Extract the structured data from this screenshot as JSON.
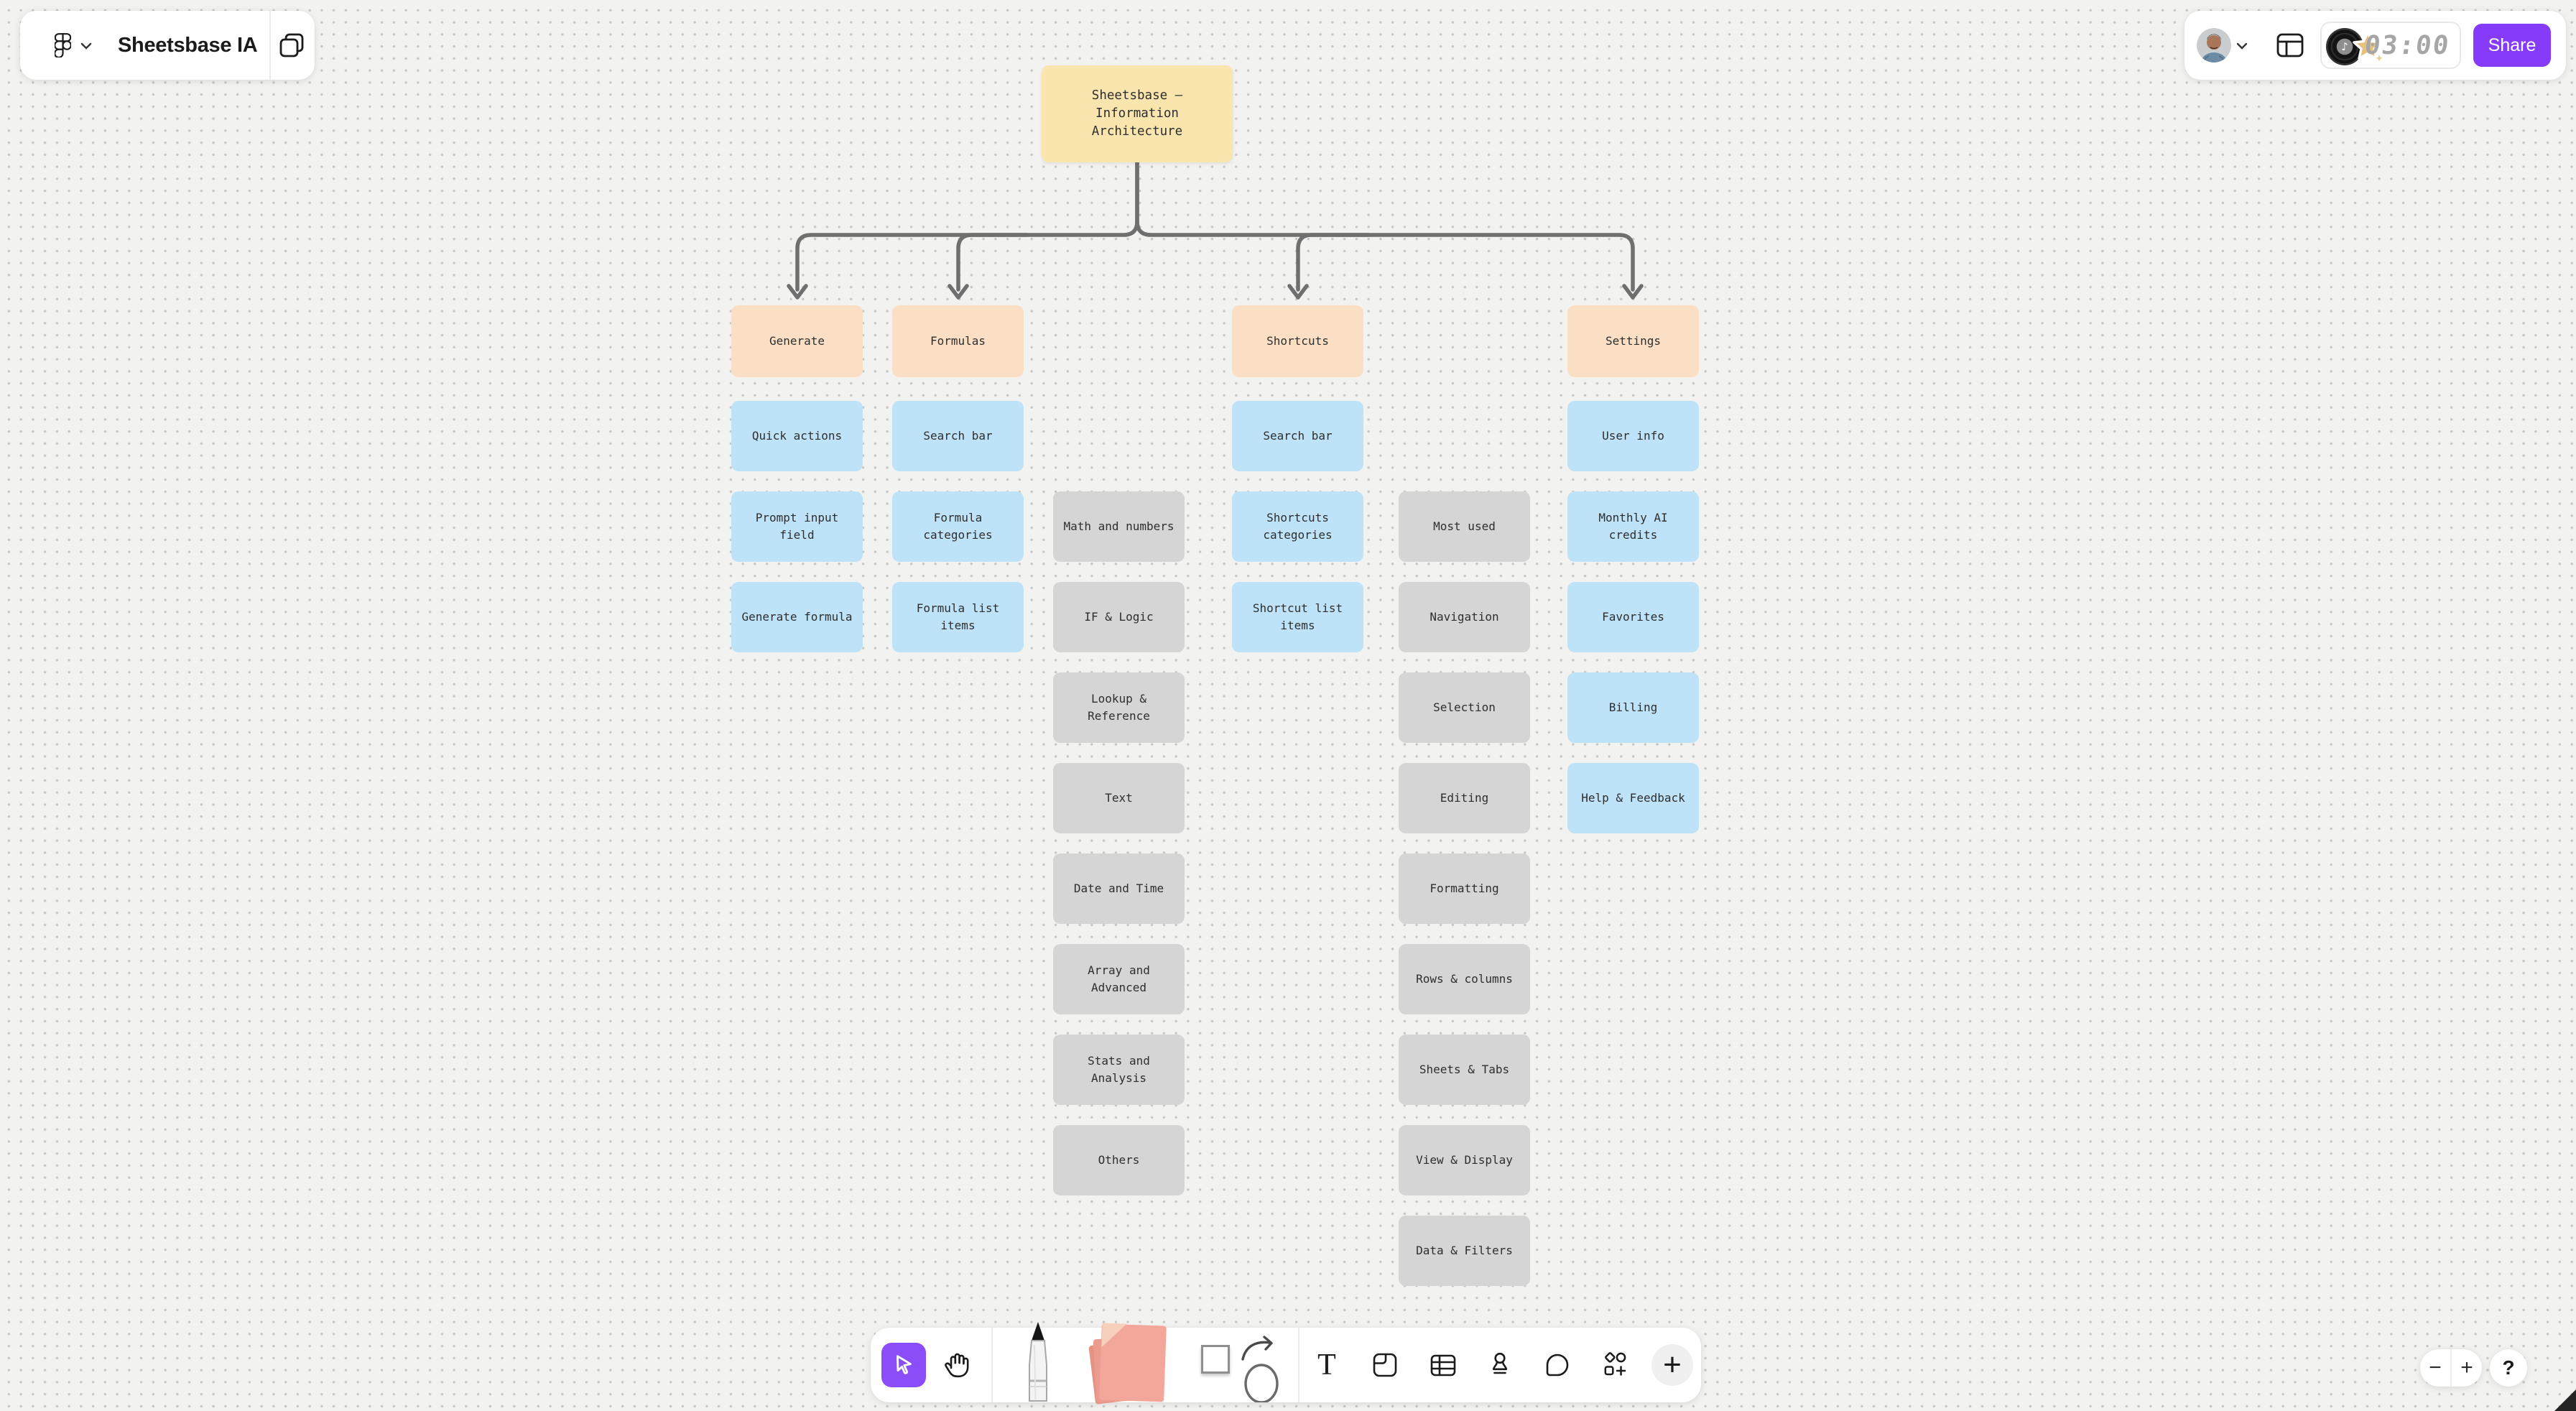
{
  "topbar_left": {
    "file_name": "Sheetsbase IA",
    "icons": [
      "figma-logo",
      "chevron-down",
      "pages"
    ]
  },
  "topbar_right": {
    "icons": [
      "avatar",
      "chevron-down",
      "layout-grid",
      "music-record",
      "star-sticker"
    ],
    "timer_value": "03:00",
    "share_label": "Share"
  },
  "colors": {
    "share_button": "#873BFA",
    "select_tool_active": "#8B4DF7",
    "toolbar_icon": "#1B1B1B"
  },
  "diagram": {
    "root_label": "Sheetsbase — Information Architecture",
    "colors": {
      "root": "#FAE5AF",
      "category": "#FBDFC4",
      "feature": "#BEE3F8",
      "subcategory": "#D5D5D5",
      "connector": "#6F6F6F",
      "text": "#2E2E2E"
    },
    "nodes": [
      {
        "label": "Generate",
        "col": "generate",
        "row": 0,
        "kind": "category"
      },
      {
        "label": "Quick actions",
        "col": "generate",
        "row": 1,
        "kind": "feature"
      },
      {
        "label": "Prompt input field",
        "col": "generate",
        "row": 2,
        "kind": "feature"
      },
      {
        "label": "Generate formula",
        "col": "generate",
        "row": 3,
        "kind": "feature"
      },
      {
        "label": "Formulas",
        "col": "formulas",
        "row": 0,
        "kind": "category"
      },
      {
        "label": "Search bar",
        "col": "formulas",
        "row": 1,
        "kind": "feature"
      },
      {
        "label": "Formula categories",
        "col": "formulas",
        "row": 2,
        "kind": "feature"
      },
      {
        "label": "Formula list items",
        "col": "formulas",
        "row": 3,
        "kind": "feature"
      },
      {
        "label": "Math and numbers",
        "col": "formulasSub",
        "row": 2,
        "kind": "subcategory"
      },
      {
        "label": "IF & Logic",
        "col": "formulasSub",
        "row": 3,
        "kind": "subcategory"
      },
      {
        "label": "Lookup & Reference",
        "col": "formulasSub",
        "row": 4,
        "kind": "subcategory"
      },
      {
        "label": "Text",
        "col": "formulasSub",
        "row": 5,
        "kind": "subcategory"
      },
      {
        "label": "Date and Time",
        "col": "formulasSub",
        "row": 6,
        "kind": "subcategory"
      },
      {
        "label": "Array and Advanced",
        "col": "formulasSub",
        "row": 7,
        "kind": "subcategory"
      },
      {
        "label": "Stats and Analysis",
        "col": "formulasSub",
        "row": 8,
        "kind": "subcategory"
      },
      {
        "label": "Others",
        "col": "formulasSub",
        "row": 9,
        "kind": "subcategory"
      },
      {
        "label": "Shortcuts",
        "col": "shortcuts",
        "row": 0,
        "kind": "category"
      },
      {
        "label": "Search bar",
        "col": "shortcuts",
        "row": 1,
        "kind": "feature"
      },
      {
        "label": "Shortcuts categories",
        "col": "shortcuts",
        "row": 2,
        "kind": "feature"
      },
      {
        "label": "Shortcut list items",
        "col": "shortcuts",
        "row": 3,
        "kind": "feature"
      },
      {
        "label": "Most used",
        "col": "shortcutsSub",
        "row": 2,
        "kind": "subcategory"
      },
      {
        "label": "Navigation",
        "col": "shortcutsSub",
        "row": 3,
        "kind": "subcategory"
      },
      {
        "label": "Selection",
        "col": "shortcutsSub",
        "row": 4,
        "kind": "subcategory"
      },
      {
        "label": "Editing",
        "col": "shortcutsSub",
        "row": 5,
        "kind": "subcategory"
      },
      {
        "label": "Formatting",
        "col": "shortcutsSub",
        "row": 6,
        "kind": "subcategory"
      },
      {
        "label": "Rows & columns",
        "col": "shortcutsSub",
        "row": 7,
        "kind": "subcategory"
      },
      {
        "label": "Sheets & Tabs",
        "col": "shortcutsSub",
        "row": 8,
        "kind": "subcategory"
      },
      {
        "label": "View & Display",
        "col": "shortcutsSub",
        "row": 9,
        "kind": "subcategory"
      },
      {
        "label": "Data & Filters",
        "col": "shortcutsSub",
        "row": 10,
        "kind": "subcategory"
      },
      {
        "label": "Settings",
        "col": "settings",
        "row": 0,
        "kind": "category"
      },
      {
        "label": "User info",
        "col": "settings",
        "row": 1,
        "kind": "feature"
      },
      {
        "label": "Monthly AI credits",
        "col": "settings",
        "row": 2,
        "kind": "feature"
      },
      {
        "label": "Favorites",
        "col": "settings",
        "row": 3,
        "kind": "feature"
      },
      {
        "label": "Billing",
        "col": "settings",
        "row": 4,
        "kind": "feature"
      },
      {
        "label": "Help & Feedback",
        "col": "settings",
        "row": 5,
        "kind": "feature"
      }
    ]
  },
  "toolbar": {
    "tools": [
      "select",
      "hand",
      "marker",
      "sticky-note",
      "shape",
      "connector",
      "text",
      "section",
      "table",
      "stamp",
      "chat",
      "widgets",
      "add"
    ],
    "text_tool_glyph": "T",
    "add_glyph": "+"
  },
  "zoom_controls": {
    "zoom_out_glyph": "−",
    "zoom_in_glyph": "+",
    "help_glyph": "?"
  }
}
